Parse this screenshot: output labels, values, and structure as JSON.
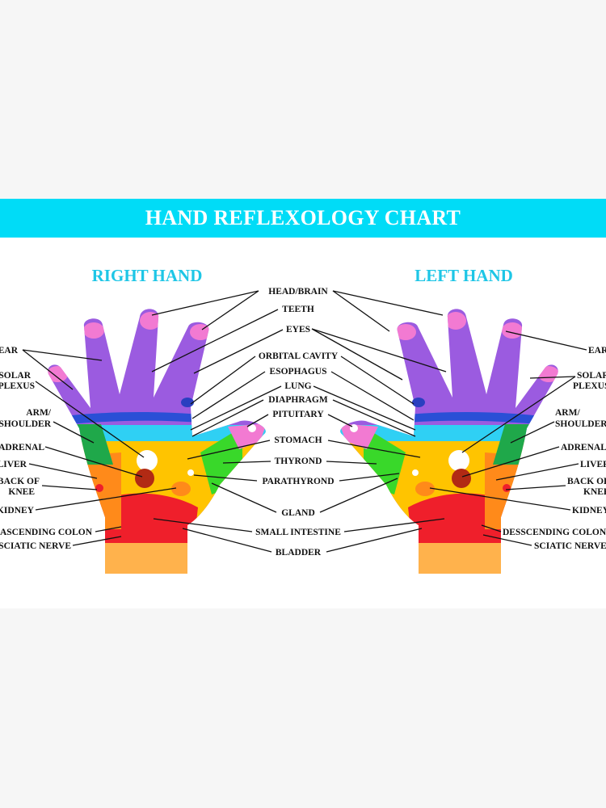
{
  "title": "HAND REFLEXOLOGY CHART",
  "colors": {
    "title_bar": "#00dcf7",
    "hand_heading": "#1ec6e6",
    "fingers": "#9b5be0",
    "fingertips": "#f27ad2",
    "palm_yellow": "#ffc400",
    "palm_red": "#ef1f2b",
    "wrist": "#ffb24c",
    "thumb_green": "#39d82a",
    "band_blue": "#2a4fd6",
    "band_cyan": "#2fd0f4"
  },
  "hands": {
    "right": "RIGHT HAND",
    "left": "LEFT HAND"
  },
  "labels": {
    "head_brain": "HEAD/BRAIN",
    "teeth": "TEETH",
    "eyes": "EYES",
    "orbital_cavity": "ORBITAL CAVITY",
    "esophagus": "ESOPHAGUS",
    "lung": "LUNG",
    "diaphragm": "DIAPHRAGM",
    "pituitary": "PITUITARY",
    "stomach": "STOMACH",
    "thyrond": "THYROND",
    "parathyrond": "PARATHYROND",
    "gland": "GLAND",
    "small_intestine": "SMALL INTESTINE",
    "bladder": "BLADDER",
    "right": {
      "ear": "EAR",
      "solar_1": "SOLAR",
      "solar_2": "PLEXUS",
      "arm_1": "ARM/",
      "arm_2": "SHOULDER",
      "adrenal": "ADRENAL",
      "liver": "LIVER",
      "back_1": "BACK OF",
      "back_2": "KNEE",
      "kidney": "KIDNEY",
      "colon": "ASCENDING COLON",
      "sciatic": "SCIATIC NERVE"
    },
    "left": {
      "ear": "EAR",
      "solar_1": "SOLAR",
      "solar_2": "PLEXUS",
      "arm_1": "ARM/",
      "arm_2": "SHOULDER",
      "adrenal": "ADRENAL",
      "liver": "LIVER",
      "back_1": "BACK OF",
      "back_2": "KNEE",
      "kidney": "KIDNEY",
      "colon": "DESSCENDING COLON",
      "sciatic": "SCIATIC NERVE"
    }
  }
}
